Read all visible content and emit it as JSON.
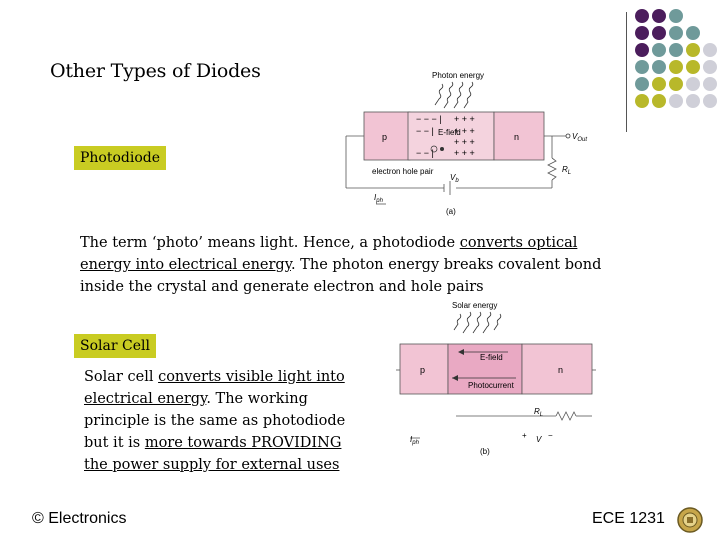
{
  "slide": {
    "title": "Other Types of Diodes",
    "photodiode_label": "Photodiode",
    "photodiode_text": {
      "p1": "The term ‘photo’ means light. Hence, a photodiode ",
      "u1": "converts optical energy into electrical energy",
      "p2": ". The photon energy breaks covalent bond inside the crystal and generate electron and hole pairs"
    },
    "solar_label": "Solar Cell",
    "solar_text": {
      "p1": "Solar cell ",
      "u1": "converts visible light into electrical energy",
      "p2": ". The working principle is the same as photodiode but it is ",
      "u2": "more towards PROVIDING the power supply for external uses"
    },
    "footer_left": "© Electronics",
    "footer_right": "ECE 1231"
  },
  "diagram_a": {
    "photon_label": "Photon energy",
    "p": "p",
    "n": "n",
    "efield": "E-field",
    "vout": "V",
    "vout_sub": "Out",
    "rl": "R",
    "rl_sub": "L",
    "ehp": "electron hole pair",
    "vb": "V",
    "vb_sub": "b",
    "iph": "I",
    "iph_sub": "ph",
    "caption": "(a)"
  },
  "diagram_b": {
    "photon_label": "Solar energy",
    "p": "p",
    "n": "n",
    "efield": "E-field",
    "photocurrent": "Photocurrent",
    "rl": "R",
    "rl_sub": "L",
    "v": "V",
    "iph": "I",
    "iph_sub": "ph",
    "caption": "(b)"
  },
  "colors": {
    "purple": "#4b1d5c",
    "teal": "#6f9a9a",
    "olive": "#b8b82a",
    "light": "#cfcfd8",
    "highlight": "#c9cc22",
    "diode_pink": "#f2c4d4",
    "depletion": "#e9a9c3"
  }
}
